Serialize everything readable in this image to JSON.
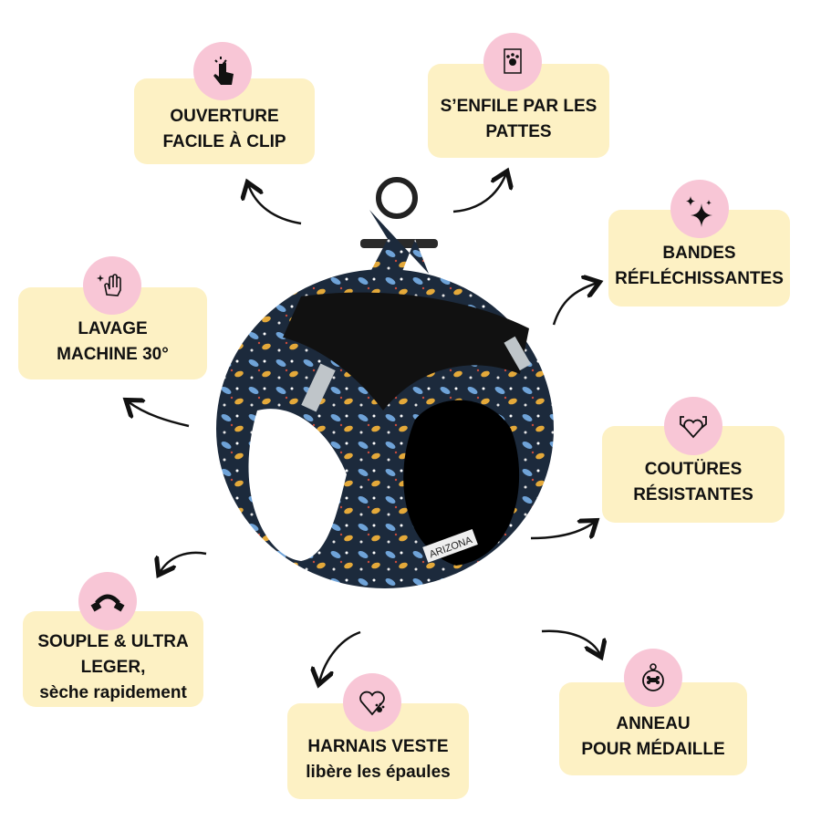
{
  "features": [
    {
      "id": "clip",
      "lines": [
        "OUVERTURE",
        "FACILE À CLIP"
      ],
      "icon": "tap-finger-icon"
    },
    {
      "id": "paws",
      "lines": [
        "S’ENFILE PAR LES",
        "PATTES"
      ],
      "icon": "paw-card-icon"
    },
    {
      "id": "reflective",
      "lines": [
        "BANDES",
        "RÉFLÉCHISSANTES"
      ],
      "icon": "sparkles-icon"
    },
    {
      "id": "wash",
      "lines": [
        "LAVAGE",
        "MACHINE 30°"
      ],
      "icon": "washing-hand-icon"
    },
    {
      "id": "seams",
      "lines": [
        "COUTÜRES",
        "RÉSISTANTES"
      ],
      "icon": "strong-heart-icon"
    },
    {
      "id": "light",
      "lines": [
        "SOUPLE & ULTRA",
        "LEGER,",
        "sèche rapidement"
      ],
      "icon": "flexible-bend-icon"
    },
    {
      "id": "vest",
      "lines": [
        "HARNAIS VESTE",
        "libère les épaules"
      ],
      "icon": "heart-paw-icon"
    },
    {
      "id": "ring",
      "lines": [
        "ANNEAU",
        "POUR MÉDAILLE"
      ],
      "icon": "dog-tag-icon"
    }
  ],
  "product": {
    "brand_tag": "ARIZONA"
  },
  "colors": {
    "box": "#fdf1c4",
    "circle": "#f8c6d6",
    "harness": "#1c2a3c"
  }
}
